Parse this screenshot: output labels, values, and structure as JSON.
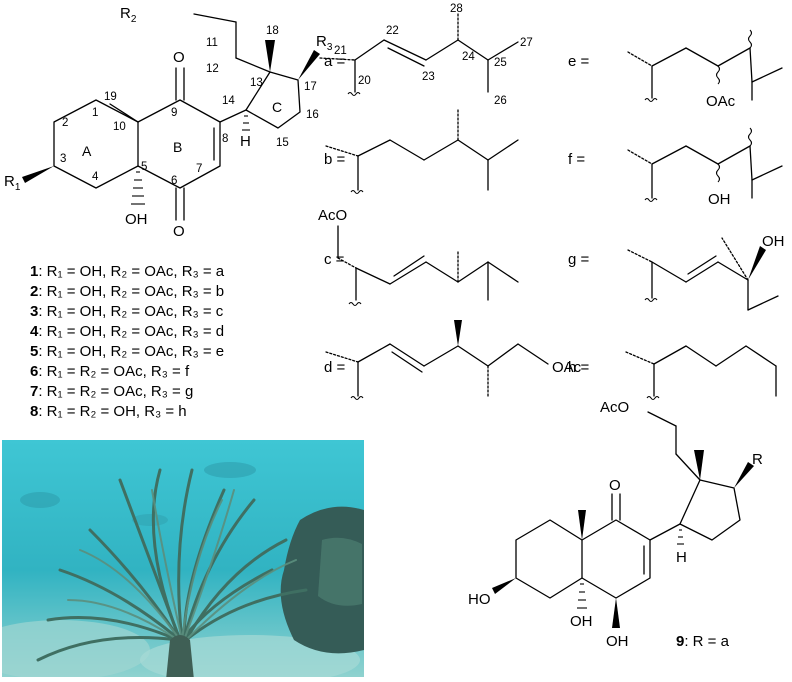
{
  "main_structure": {
    "r2": "R",
    "r2_sub": "2",
    "r3": "R",
    "r3_sub": "3",
    "r1": "R",
    "r1_sub": "1",
    "oxygen_top": "O",
    "oxygen_bottom": "O",
    "hydroxyl": "OH",
    "hydrogen": "H",
    "ring_a": "A",
    "ring_b": "B",
    "ring_c": "C",
    "numbers": {
      "n1": "1",
      "n2": "2",
      "n3": "3",
      "n4": "4",
      "n5": "5",
      "n6": "6",
      "n7": "7",
      "n8": "8",
      "n9": "9",
      "n10": "10",
      "n11": "11",
      "n12": "12",
      "n13": "13",
      "n14": "14",
      "n15": "15",
      "n16": "16",
      "n17": "17",
      "n18": "18",
      "n19": "19"
    }
  },
  "compounds": [
    {
      "id": "1",
      "text": ": R₁ = OH, R₂ = OAc, R₃ = a"
    },
    {
      "id": "2",
      "text": ": R₁ = OH, R₂ = OAc, R₃ = b"
    },
    {
      "id": "3",
      "text": ": R₁ = OH, R₂ = OAc, R₃ = c"
    },
    {
      "id": "4",
      "text": ": R₁ = OH, R₂ = OAc, R₃ = d"
    },
    {
      "id": "5",
      "text": ": R₁ = OH, R₂ = OAc, R₃ = e"
    },
    {
      "id": "6",
      "text": ": R₁ = R₂ = OAc, R₃ = f"
    },
    {
      "id": "7",
      "text": ": R₁ = R₂ = OAc, R₃ = g"
    },
    {
      "id": "8",
      "text": ": R₁ = R₂ = OH, R₃ = h"
    }
  ],
  "side_chains": {
    "a": {
      "label": "a =",
      "n21": "21",
      "n20": "20",
      "n22": "22",
      "n23": "23",
      "n24": "24",
      "n25": "25",
      "n26": "26",
      "n27": "27",
      "n28": "28"
    },
    "b": {
      "label": "b ="
    },
    "c": {
      "label": "c =",
      "acetate": "AcO"
    },
    "d": {
      "label": "d =",
      "acetate": "OAc"
    },
    "e": {
      "label": "e =",
      "acetate": "OAc"
    },
    "f": {
      "label": "f =",
      "hydroxyl": "OH"
    },
    "g": {
      "label": "g =",
      "hydroxyl": "OH"
    },
    "h": {
      "label": "h ="
    }
  },
  "compound9": {
    "acetate": "AcO",
    "r": "R",
    "oxygen": "O",
    "hydrogen": "H",
    "ho_left": "HO",
    "oh_bottom1": "OH",
    "oh_bottom2": "OH",
    "id": "9",
    "caption": ": R = a"
  },
  "photo": {
    "water_top": "#45c9d6",
    "water_mid": "#2aa6b8",
    "sand": "#a8d8d4",
    "coral": "#3a5f54"
  }
}
